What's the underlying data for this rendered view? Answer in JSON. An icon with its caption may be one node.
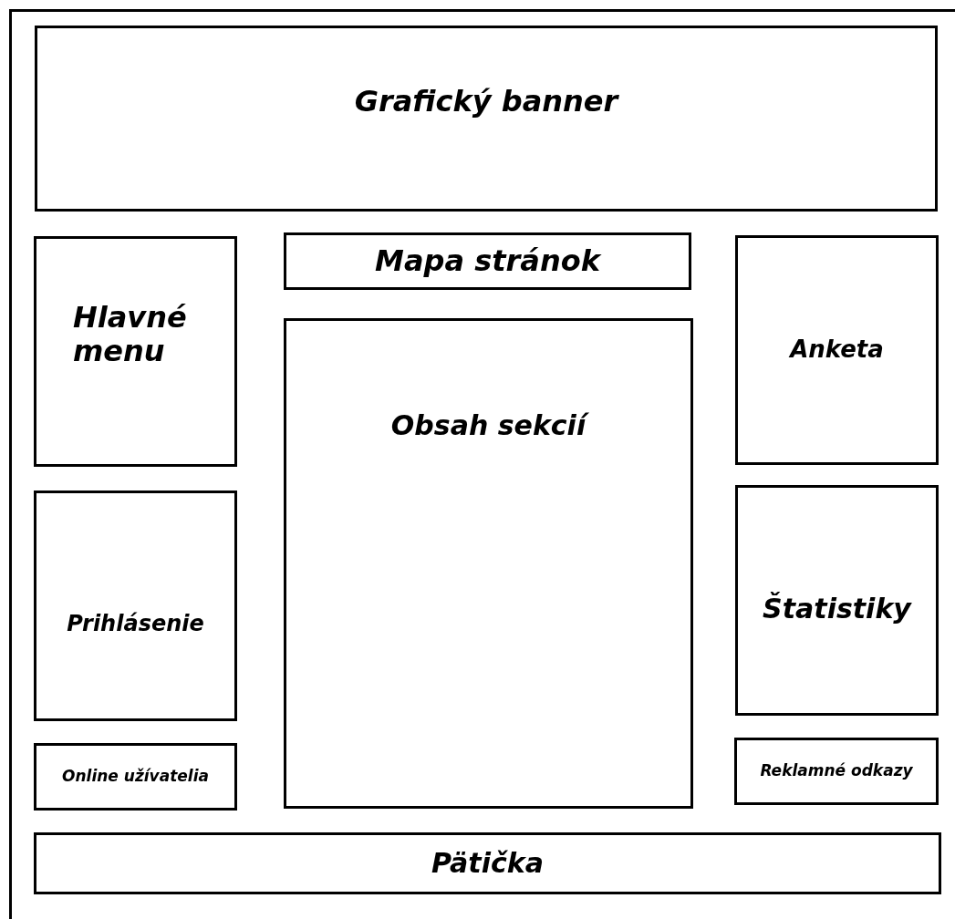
{
  "diagram": {
    "nodes": [
      {
        "text": [],
        "shape": "box"
      },
      {
        "text": [
          "Grafický banner"
        ],
        "in": 0
      },
      {
        "text": [
          "Hlavné menu"
        ],
        "in": 0
      },
      {
        "text": [
          "Mapa stránok"
        ],
        "in": 0
      },
      {
        "text": [
          "Anketa"
        ],
        "in": 0
      },
      {
        "text": [
          "Obsah sekcií"
        ],
        "in": 0
      },
      {
        "text": [
          "Prihlásenie"
        ],
        "in": 0
      },
      {
        "text": [
          "Štatistiky"
        ],
        "in": 0
      },
      {
        "text": [
          "Online užívatelia"
        ],
        "in": 0
      },
      {
        "text": [
          "Reklamné odkazy"
        ],
        "in": 0
      },
      {
        "text": [
          "Pätička"
        ],
        "in": 0
      }
    ]
  }
}
